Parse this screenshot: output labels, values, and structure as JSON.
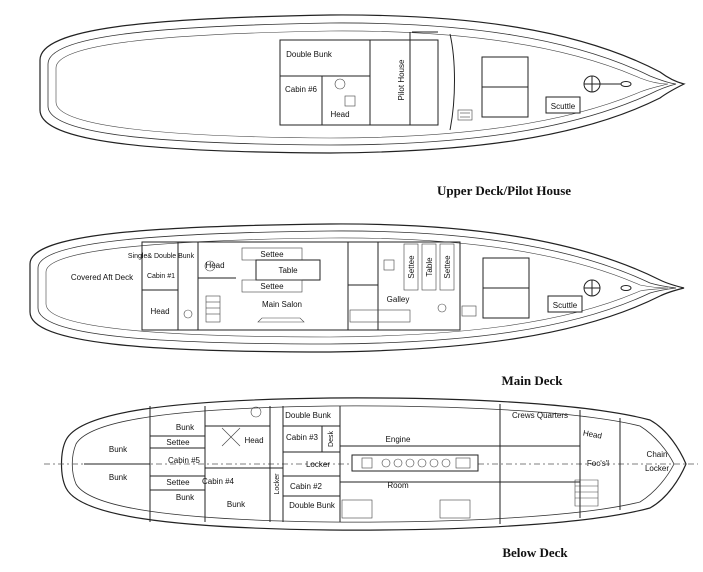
{
  "decks": {
    "upper": {
      "title": "Upper Deck/Pilot House",
      "labels": {
        "double_bunk": "Double Bunk",
        "cabin6": "Cabin #6",
        "head": "Head",
        "pilot_house": "Pilot House",
        "scuttle": "Scuttle"
      }
    },
    "main": {
      "title": "Main Deck",
      "labels": {
        "covered_aft": "Covered Aft Deck",
        "single_double": "Single& Double Bunk",
        "cabin1": "Cabin #1",
        "head_aft": "Head",
        "head_fwd": "Head",
        "settee_top": "Settee",
        "table": "Table",
        "settee_bottom": "Settee",
        "main_salon": "Main Salon",
        "galley": "Galley",
        "settee_v1": "Settee",
        "table_v": "Table",
        "settee_v2": "Settee",
        "scuttle": "Scuttle"
      }
    },
    "below": {
      "title": "Below Deck",
      "labels": {
        "bunk_aft1": "Bunk",
        "bunk_aft2": "Bunk",
        "bunk_tl": "Bunk",
        "settee_1": "Settee",
        "cabin5": "Cabin #5",
        "settee_2": "Settee",
        "bunk_bl": "Bunk",
        "head": "Head",
        "cabin4": "Cabin #4",
        "bunk_c": "Bunk",
        "locker_v": "Locker",
        "double_bunk_1": "Double Bunk",
        "cabin3": "Cabin #3",
        "desk": "Desk",
        "locker": "Locker",
        "cabin2": "Cabin #2",
        "double_bunk_2": "Double Bunk",
        "engine": "Engine",
        "room": "Room",
        "crews_quarters": "Crews Quarters",
        "head_fwd": "Head",
        "focsl": "Foc's'l",
        "chain": "Chain",
        "chain_locker": "Locker"
      }
    }
  }
}
